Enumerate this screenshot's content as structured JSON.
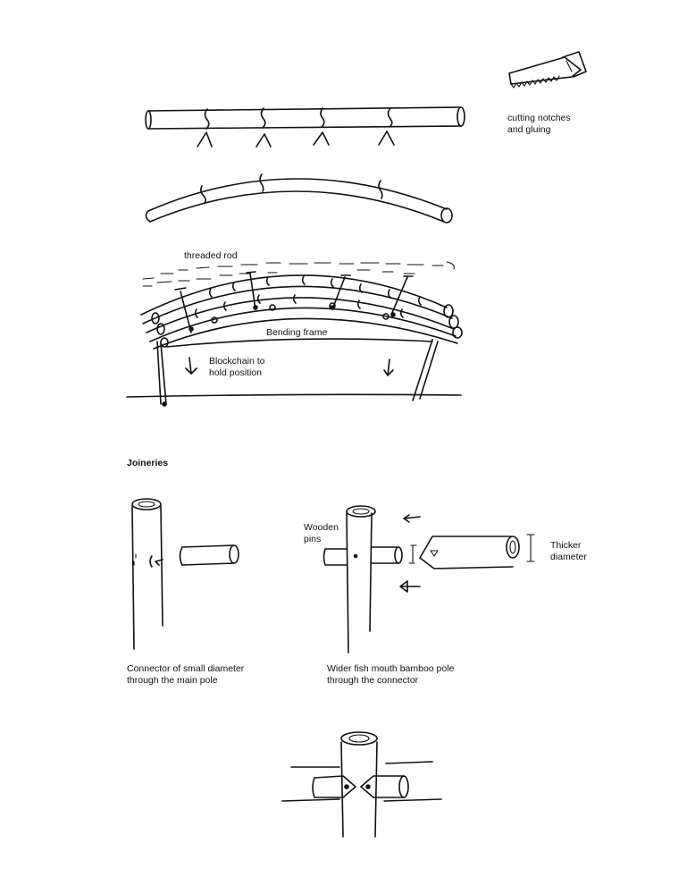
{
  "labels": {
    "cutting_notes": "cutting notches\nand gluing",
    "threaded_rod": "threaded rod",
    "bending_frame": "Bending frame",
    "blockchain": "Blockchain to\nhold position",
    "joineries": "Joineries",
    "wooden_pins": "Wooden\npins",
    "thicker_diameter": "Thicker\ndiameter",
    "connector_caption": "Connector of small diameter\nthrough the main pole",
    "fishmouth_caption": "Wider fish mouth bamboo pole\nthrough the connector"
  }
}
